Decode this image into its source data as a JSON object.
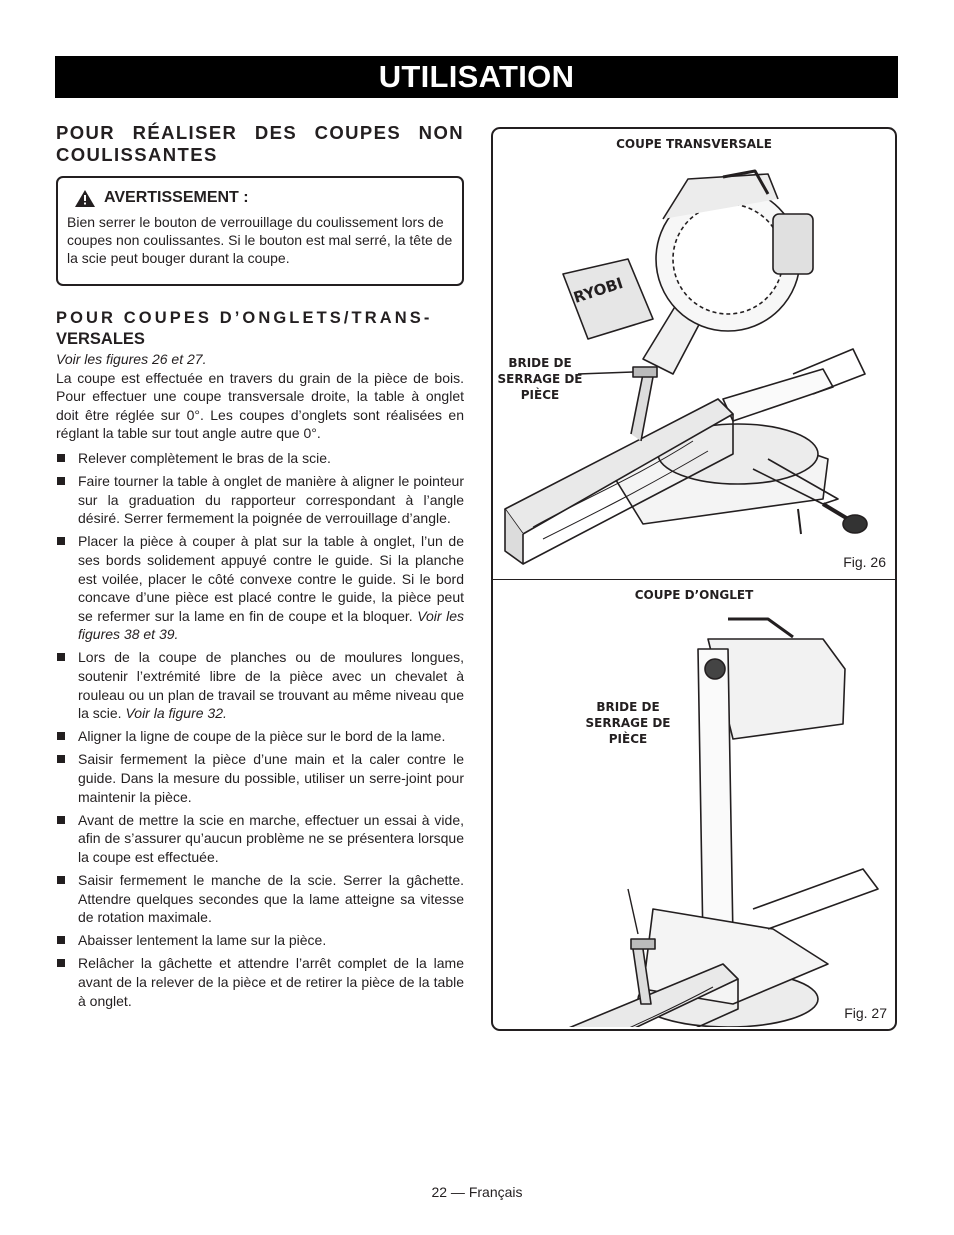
{
  "banner": "UTILISATION",
  "section1": {
    "title": "POUR RÉALISER DES COUPES NON COULISSANTES"
  },
  "warning": {
    "title": "AVERTISSEMENT :",
    "text": "Bien serrer le bouton de verrouillage du coulissement lors de coupes non coulissantes. Si le bouton est mal serré, la tête de la scie peut bouger durant la coupe."
  },
  "section2": {
    "title_line1": "POUR COUPES D’ONGLETS/TRANS-",
    "title_line2": "VERSALES",
    "see": "Voir les figures 26 et 27.",
    "intro": "La coupe est effectuée en travers du grain de la pièce de bois. Pour effectuer une coupe transversale droite, la table à onglet doit être réglée sur 0°. Les coupes d’onglets sont réalisées en réglant la table sur tout angle autre que 0°.",
    "bullets": [
      {
        "text": "Relever complètement le bras de la scie.",
        "ref": ""
      },
      {
        "text": "Faire tourner la table à onglet de manière à aligner le pointeur sur la graduation du rapporteur correspondant à l’angle désiré. Serrer fermement la poignée de verrouillage d’angle.",
        "ref": ""
      },
      {
        "text": "Placer la pièce à couper à plat sur la table à onglet, l’un de ses bords solidement appuyé contre le guide. Si la planche est voilée, placer le côté convexe contre le guide. Si le bord concave d’une pièce est placé contre le guide, la pièce peut se refermer sur la lame en fin de coupe et la bloquer.",
        "ref": "Voir les figures 38 et 39."
      },
      {
        "text": "Lors de la coupe de planches ou de moulures longues, soutenir l’extrémité libre de la pièce avec un chevalet à rouleau ou un plan de travail se trouvant au même niveau que la scie.",
        "ref": "Voir la figure 32."
      },
      {
        "text": "Aligner la ligne de coupe de la pièce sur le bord de la lame.",
        "ref": ""
      },
      {
        "text": "Saisir fermement la pièce d’une main et la caler contre le guide. Dans la mesure du possible, utiliser un serre-joint pour maintenir la pièce.",
        "ref": ""
      },
      {
        "text": "Avant de mettre la scie en marche, effectuer un essai à vide, afin de s’assurer qu’aucun problème ne se présentera lorsque la coupe est effectuée.",
        "ref": ""
      },
      {
        "text": "Saisir fermement le manche de la scie. Serrer la gâchette. Attendre quelques secondes que la lame atteigne sa vitesse de rotation maximale.",
        "ref": ""
      },
      {
        "text": "Abaisser lentement la lame sur la pièce.",
        "ref": ""
      },
      {
        "text": "Relâcher la gâchette et attendre l’arrêt complet de la lame avant de la relever de la pièce et de retirer la pièce de la table à onglet.",
        "ref": ""
      }
    ]
  },
  "fig26": {
    "title": "COUPE TRANSVERSALE",
    "label_l1": "BRIDE DE",
    "label_l2": "SERRAGE DE",
    "label_l3": "PIÈCE",
    "brand": "RYOBI",
    "number": "Fig. 26"
  },
  "fig27": {
    "title": "COUPE D’ONGLET",
    "label_l1": "BRIDE DE",
    "label_l2": "SERRAGE DE",
    "label_l3": "PIÈCE",
    "number": "Fig. 27"
  },
  "footer": "22 — Français"
}
